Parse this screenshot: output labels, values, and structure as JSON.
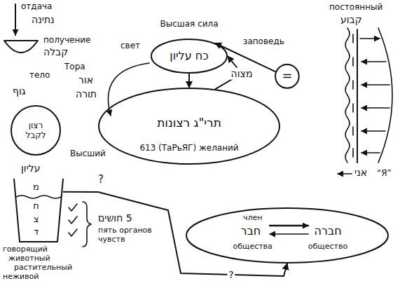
{
  "diagram": {
    "nodes": [
      {
        "text": [
          "Высшая сила",
          "כח עליון"
        ]
      },
      {
        "text": [
          "="
        ]
      },
      {
        "text": [
          "תרי\"ג רצונות",
          "613 (ТаРьЯГ) желаний"
        ]
      },
      {
        "text": [
          "רצון לקבל"
        ]
      },
      {
        "text": [
          "מ",
          "ח",
          "צ",
          "ד"
        ]
      },
      {
        "text": [
          "член",
          "חבר",
          "общества",
          "חברה",
          "общество"
        ]
      }
    ],
    "edges": [
      {
        "from": 0,
        "to": 2,
        "arrow": "to"
      },
      {
        "from": 2,
        "to": 0,
        "label": "מצוה",
        "arrow": "to"
      },
      {
        "from": 1,
        "to": 0,
        "arrow": "to"
      },
      {
        "from": 4,
        "to": 5,
        "label": "?",
        "arrow": "to"
      }
    ],
    "labels": [
      "отдача",
      "נתינה",
      "получение",
      "קבלה",
      "тело",
      "גוף",
      "свет",
      "אור",
      "Тора",
      "תורה",
      "заповедь",
      "постоянный",
      "קבוע",
      "אני",
      "“Я”",
      "Высший",
      "עליון",
      "?",
      "5 חושים",
      "пять органов чувств",
      "говорящий",
      "животный",
      "растительный",
      "неживой"
    ]
  }
}
